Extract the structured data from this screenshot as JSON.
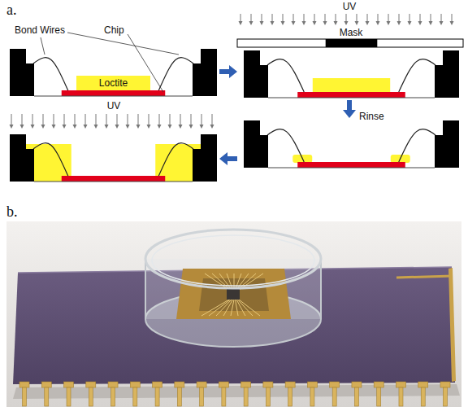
{
  "diagram": {
    "nodes": [
      {
        "text": [
          "Loctite"
        ]
      }
    ],
    "labels": [
      "a.",
      "Bond Wires",
      "Chip",
      "UV",
      "Mask",
      "Rinse",
      "UV",
      "b."
    ]
  }
}
